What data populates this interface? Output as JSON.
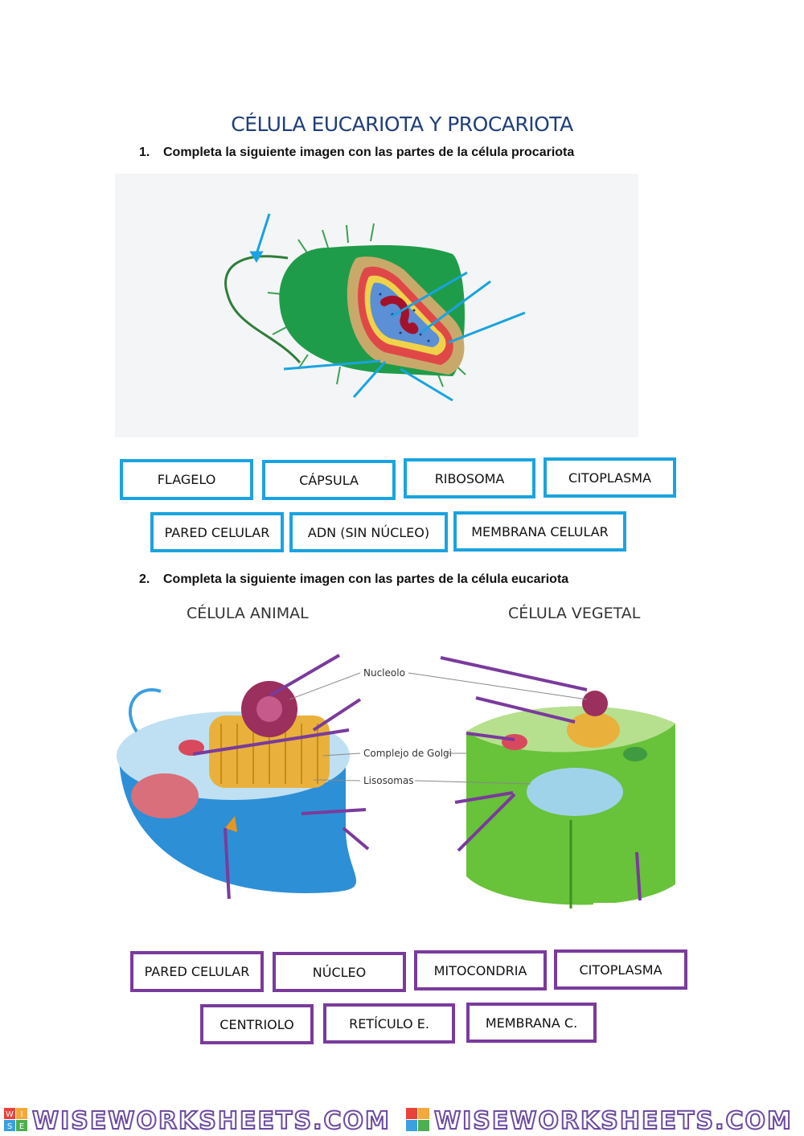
{
  "title": "CÉLULA EUCARIOTA Y PROCARIOTA",
  "q1": {
    "number": "1.",
    "text": "Completa la siguiente imagen con las partes de la célula procariota"
  },
  "q2": {
    "number": "2.",
    "text": "Completa la siguiente imagen con las partes de la célula eucariota"
  },
  "prokaryote_labels": [
    "FLAGELO",
    "CÁPSULA",
    "RIBOSOMA",
    "CITOPLASMA",
    "PARED CELULAR",
    "ADN (SIN NÚCLEO)",
    "MEMBRANA CELULAR"
  ],
  "eukaryote": {
    "animal_caption": "CÉLULA ANIMAL",
    "plant_caption": "CÉLULA VEGETAL",
    "diagram_labels": {
      "nucleolo": "Nucleolo",
      "golgi": "Complejo de Golgi",
      "lisosomas": "Lisosomas"
    }
  },
  "eukaryote_labels": [
    "PARED CELULAR",
    "NÚCLEO",
    "MITOCONDRIA",
    "CITOPLASMA",
    "CENTRIOLO",
    "RETÍCULO E.",
    "MEMBRANA C."
  ],
  "footer": {
    "brand_left": "WISEWORKSHEETS.COM",
    "brand_right": "WISEWORKSHEETS.COM",
    "logo_letters": [
      "W",
      "I",
      "S",
      "E"
    ]
  },
  "colors": {
    "title": "#1f3f7a",
    "blue_border": "#1aa3e0",
    "purple_border": "#7a3b9c",
    "arrow_blue": "#1aa3e0",
    "arrow_purple": "#7a3b9c"
  }
}
